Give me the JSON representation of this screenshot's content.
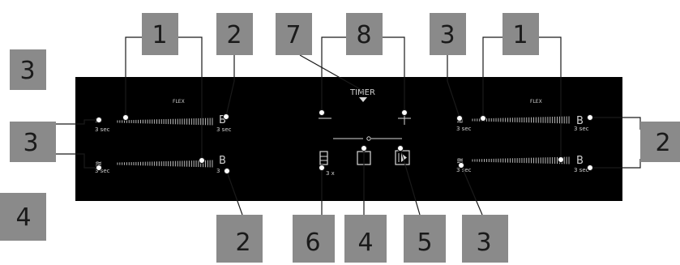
{
  "panel": {
    "background": "#000000",
    "left_flex_label": "FLEX",
    "right_flex_label": "FLEX",
    "timer_label": "TIMER",
    "minus_symbol": "—",
    "plus_symbol": "+",
    "boost_label": "B",
    "sec_label": "3 sec",
    "flex_sec_label": "3 x",
    "left_b_bottom_sec": "3",
    "right_b_bottom_sec": "3 sec",
    "left_heat_bottom_sec": "3 sec",
    "right_heat_bottom_sec": "3 sec"
  },
  "callouts": [
    {
      "id": "c-top-1a",
      "label": "1"
    },
    {
      "id": "c-top-2",
      "label": "2"
    },
    {
      "id": "c-top-7",
      "label": "7"
    },
    {
      "id": "c-top-8",
      "label": "8"
    },
    {
      "id": "c-top-3",
      "label": "3"
    },
    {
      "id": "c-top-1b",
      "label": "1"
    },
    {
      "id": "c-left-3a",
      "label": "3"
    },
    {
      "id": "c-left-3b",
      "label": "3"
    },
    {
      "id": "c-left-4",
      "label": "4"
    },
    {
      "id": "c-right-2",
      "label": "2"
    },
    {
      "id": "c-bot-2",
      "label": "2"
    },
    {
      "id": "c-bot-6",
      "label": "6"
    },
    {
      "id": "c-bot-4",
      "label": "4"
    },
    {
      "id": "c-bot-5",
      "label": "5"
    },
    {
      "id": "c-bot-3",
      "label": "3"
    }
  ]
}
